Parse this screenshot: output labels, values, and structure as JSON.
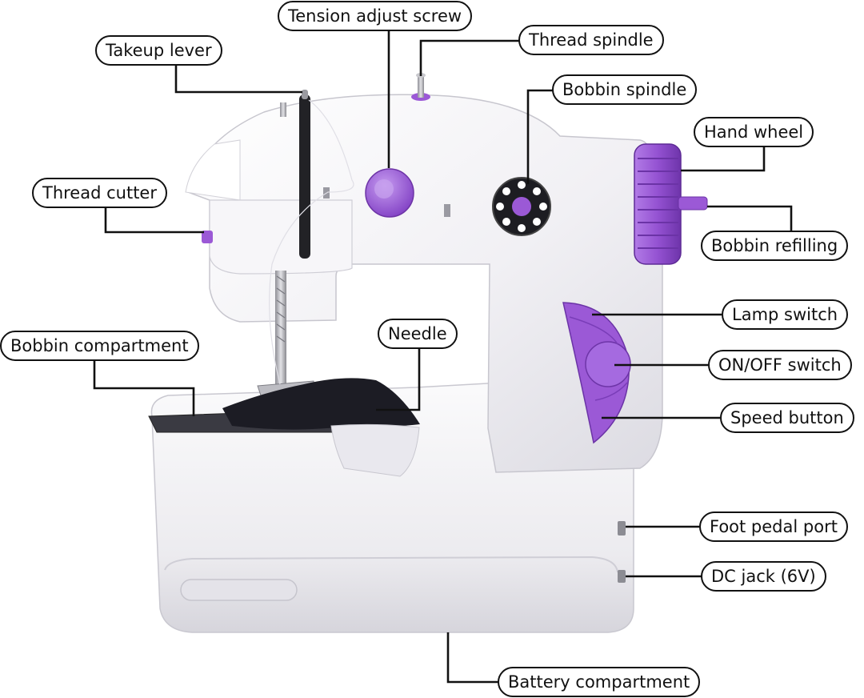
{
  "diagram": {
    "labels": {
      "tension_adjust_screw": "Tension adjust screw",
      "takeup_lever": "Takeup lever",
      "thread_spindle": "Thread spindle",
      "bobbin_spindle": "Bobbin spindle",
      "hand_wheel": "Hand wheel",
      "thread_cutter": "Thread cutter",
      "bobbin_refilling": "Bobbin refilling",
      "lamp_switch": "Lamp switch",
      "bobbin_compartment": "Bobbin compartment",
      "needle": "Needle",
      "on_off_switch": "ON/OFF switch",
      "speed_button": "Speed button",
      "foot_pedal_port": "Foot pedal port",
      "dc_jack": "DC jack (6V)",
      "battery_compartment": "Battery compartment"
    },
    "colors": {
      "body": "#f4f3f6",
      "accent": "#9b59d6",
      "accent_dark": "#7a3db8",
      "fabric": "#1c1c24",
      "metal": "#b9b9be",
      "outline": "#111111"
    }
  }
}
